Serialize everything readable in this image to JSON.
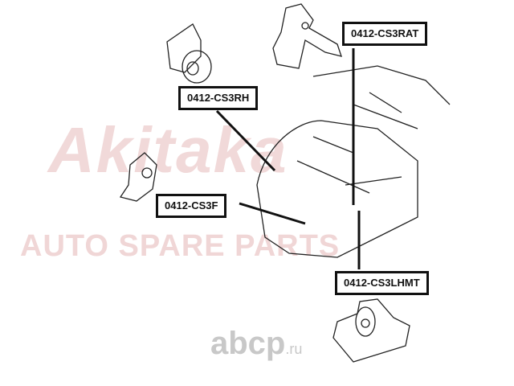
{
  "watermark": {
    "brand": "Akitaka",
    "tagline": "AUTO SPARE PARTS",
    "site_main": "abcp",
    "site_suffix": ".ru"
  },
  "labels": {
    "rat": "0412-CS3RAT",
    "rh": "0412-CS3RH",
    "f": "0412-CS3F",
    "lhmt": "0412-CS3LHMT"
  }
}
